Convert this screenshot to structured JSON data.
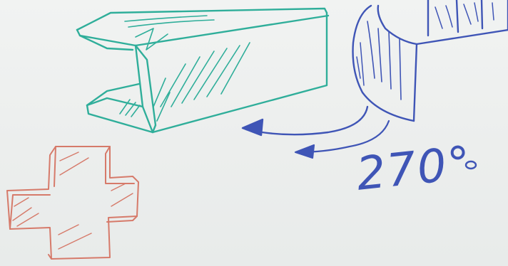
{
  "whiteboard": {
    "background_color": "#eef0ef",
    "drawings": [
      {
        "name": "i-beam-sketch",
        "color": "#2fae9a"
      },
      {
        "name": "bent-profile-sketch",
        "color": "#3f55b6"
      },
      {
        "name": "cross-sketch",
        "color": "#d67a6a"
      },
      {
        "name": "rotation-arrow-upper",
        "color": "#3f55b6"
      },
      {
        "name": "rotation-arrow-lower",
        "color": "#3f55b6"
      }
    ],
    "annotation": {
      "angle_text": "270°",
      "color": "#3f55b6"
    }
  }
}
